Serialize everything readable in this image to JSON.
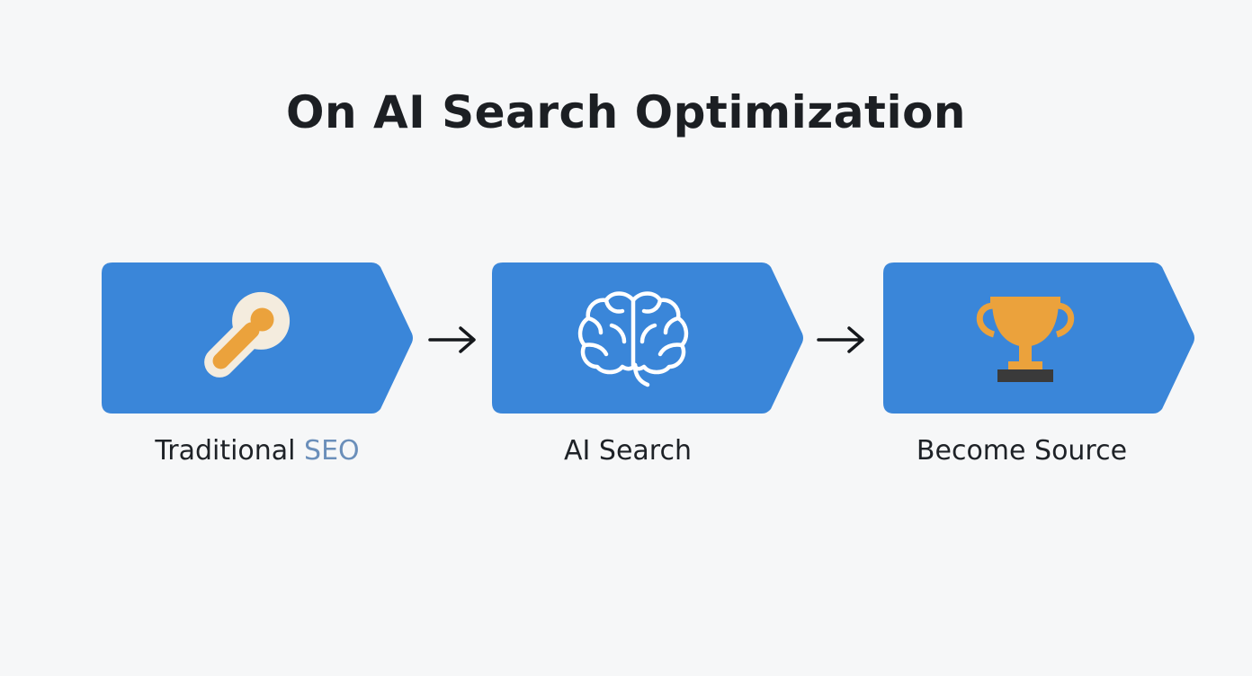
{
  "title": "On AI Search Optimization",
  "colors": {
    "background": "#f6f7f8",
    "step_fill": "#3a86d9",
    "icon_orange": "#eba23c",
    "icon_cream": "#f4ecde",
    "label_accent": "#6b8fba"
  },
  "steps": [
    {
      "icon": "key-icon",
      "label_main": "Traditional ",
      "label_accent": "SEO"
    },
    {
      "icon": "brain-icon",
      "label_main": "AI Search",
      "label_accent": ""
    },
    {
      "icon": "trophy-icon",
      "label_main": "Become Source",
      "label_accent": ""
    }
  ],
  "connectors": [
    "arrow-right-icon",
    "arrow-right-icon"
  ]
}
